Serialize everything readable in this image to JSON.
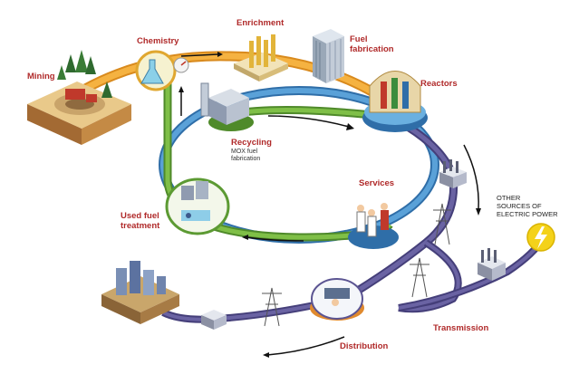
{
  "labels": {
    "mining": "Mining",
    "chemistry": "Chemistry",
    "enrichment": "Enrichment",
    "fuel_fabrication_1": "Fuel",
    "fuel_fabrication_2": "fabrication",
    "reactors": "Reactors",
    "recycling": "Recycling",
    "recycling_sub_1": "MOX fuel",
    "recycling_sub_2": "fabrication",
    "services": "Services",
    "used_fuel_1": "Used fuel",
    "used_fuel_2": "treatment",
    "other_sources_1": "OTHER",
    "other_sources_2": "SOURCES OF",
    "other_sources_3": "ELECTRIC POWER",
    "transmission": "Transmission",
    "distribution": "Distribution"
  },
  "colors": {
    "label_red": "#b02a2a",
    "orange_loop": "#f2a533",
    "blue_loop": "#3f87c6",
    "green_loop": "#6fae3a",
    "purple_grid": "#5b5492",
    "lightning_yellow": "#f4d21a"
  }
}
